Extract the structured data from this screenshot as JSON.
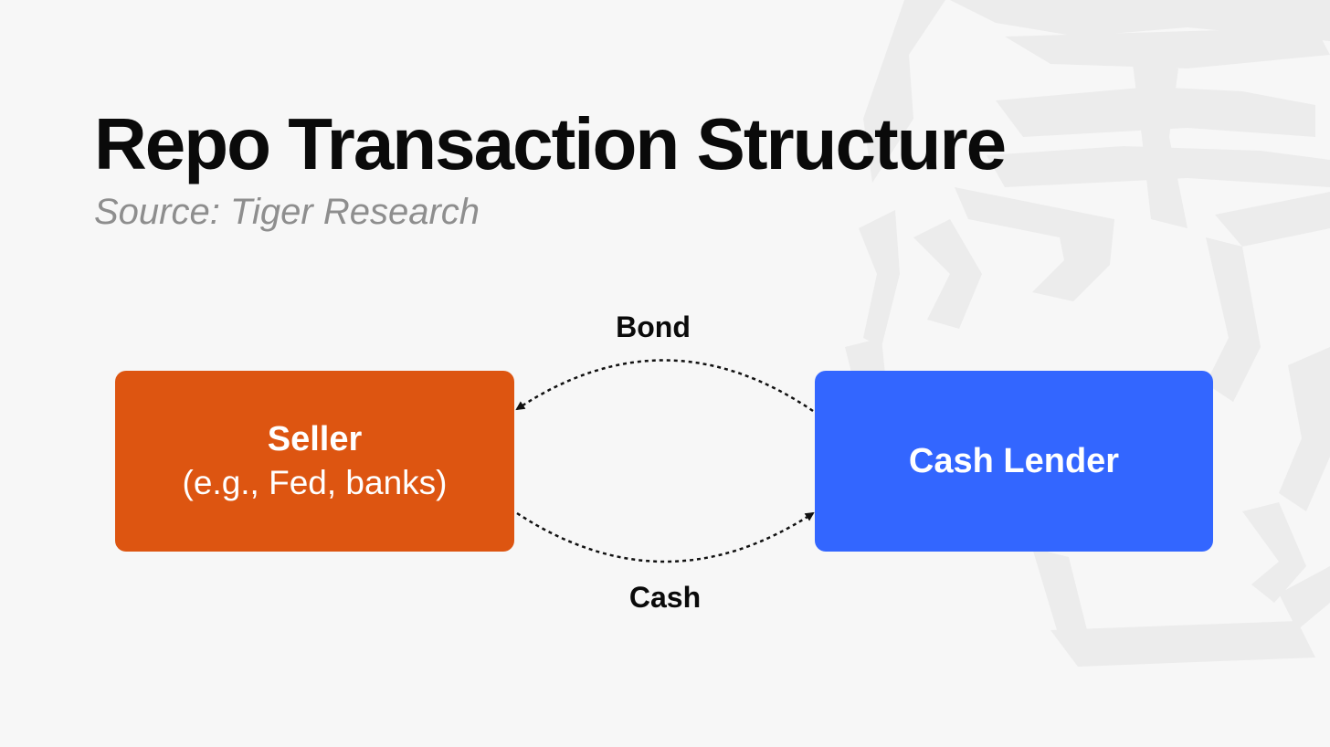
{
  "title": "Repo Transaction Structure",
  "subtitle": "Source: Tiger Research",
  "nodes": {
    "seller": {
      "label": "Seller",
      "sublabel": "(e.g., Fed, banks)",
      "color": "#dd5511"
    },
    "lender": {
      "label": "Cash Lender",
      "color": "#3366ff"
    }
  },
  "flows": {
    "bond": {
      "label": "Bond",
      "from": "lender",
      "to": "seller"
    },
    "cash": {
      "label": "Cash",
      "from": "seller",
      "to": "lender"
    }
  },
  "colors": {
    "background": "#f7f7f7",
    "watermark": "#ececec",
    "text": "#0a0a0a",
    "subtitle": "#8e8e8e"
  },
  "icons": {
    "watermark": "tiger-logo-watermark-icon"
  }
}
